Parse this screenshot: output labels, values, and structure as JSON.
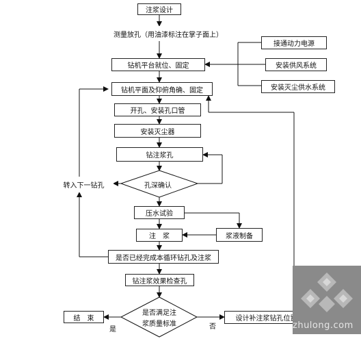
{
  "nodes": {
    "design": "注浆设计",
    "survey": "测量放孔（用油漆标注在掌子面上）",
    "rig_position": "钻机平台就位、固定",
    "rig_level": "钻机平面及仰俯角确、固定",
    "drill_open": "开孔、安装孔口管",
    "dust_collector": "安装灭尘器",
    "drill_design": "钻注浆孔",
    "depth_check": "孔深确认",
    "next_hole": "转入下一钻孔",
    "pressure_test": "压水试验",
    "grouting": "注　浆",
    "slurry_prep": "浆液制备",
    "cycle_check": "是否已经完成本循环钻孔及注浆",
    "effect_check": "钻注浆效果检查孔",
    "quality_line1": "是否满足注",
    "quality_line2": "浆质量标准",
    "end": "结　束",
    "supplement": "设计补注浆钻孔位置及参数",
    "power": "接通动力电源",
    "air": "安装供风系统",
    "water": "安装灭尘供水系统"
  },
  "edge_labels": {
    "yes": "是",
    "no": "否"
  },
  "watermark": {
    "text": "zhulong.com",
    "logo": "diamond-pattern-logo"
  }
}
